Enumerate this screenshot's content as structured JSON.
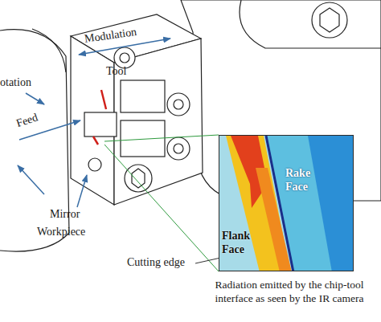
{
  "diagram": {
    "nodes": [
      {
        "text": [
          "Rake Face",
          "Flank Face"
        ]
      }
    ],
    "labels": [
      "Modulation",
      "Tool",
      "otation",
      "Feed",
      "Mirror",
      "Workpiece",
      "Cutting edge",
      "Radiation emitted by the chip-tool interface as seen by the IR camera"
    ]
  }
}
